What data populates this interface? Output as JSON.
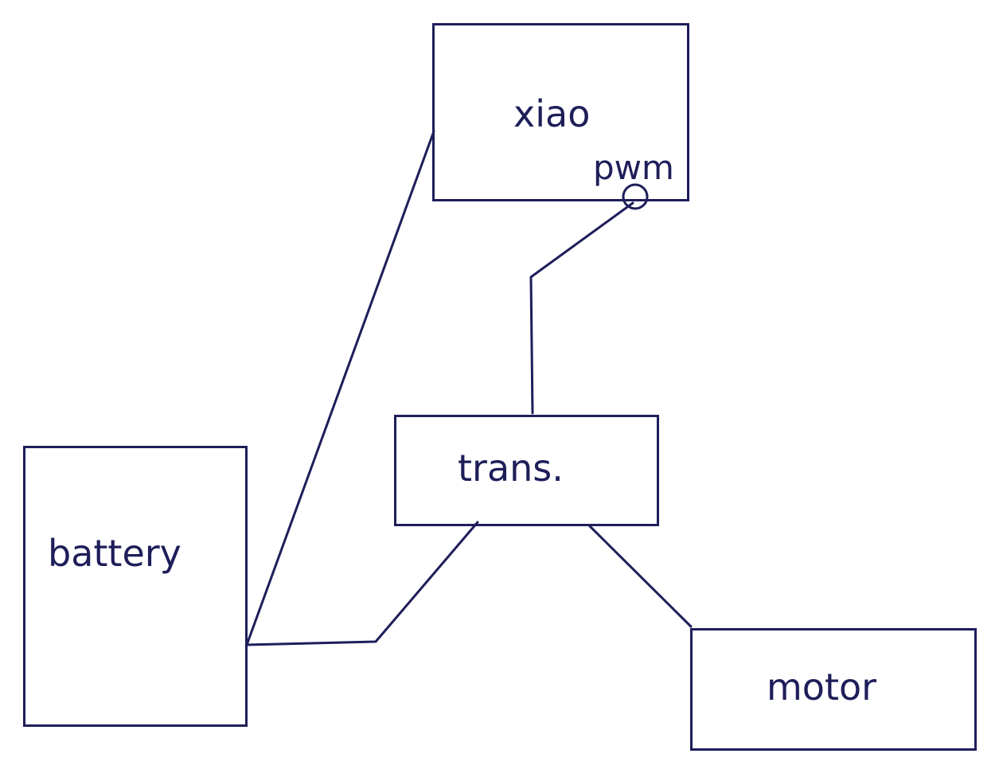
{
  "colors": {
    "stroke": "#1e1e5a",
    "background": "#ffffff"
  },
  "nodes": {
    "xiao": "xiao",
    "pwm": "pwm",
    "trans": "trans.",
    "battery": "battery",
    "motor": "motor"
  },
  "connections": [
    {
      "from": "battery",
      "to": "xiao"
    },
    {
      "from": "battery",
      "to": "trans."
    },
    {
      "from": "pwm",
      "to": "trans."
    },
    {
      "from": "trans.",
      "to": "motor"
    }
  ]
}
